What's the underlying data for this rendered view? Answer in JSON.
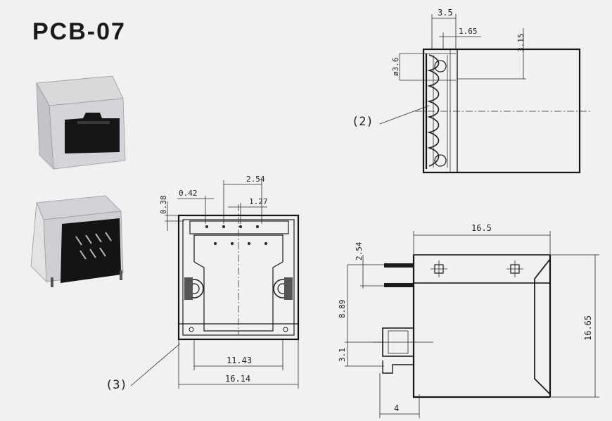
{
  "title": "PCB-07",
  "callouts": {
    "side": "(2)",
    "front": "(3)"
  },
  "dimensions": {
    "d_3_5": "3.5",
    "d_1_65": "1.65",
    "d_3_15": "3.15",
    "d_phi_3_6": "ø3.6",
    "d_2_54_top": "2.54",
    "d_0_42": "0.42",
    "d_1_27": "1.27",
    "d_0_38": "0.38",
    "d_11_43": "11.43",
    "d_16_14": "16.14",
    "d_16_5": "16.5",
    "d_2_54_side": "2.54",
    "d_8_89": "8.89",
    "d_16_65": "16.65",
    "d_3_1": "3.1",
    "d_4": "4"
  }
}
